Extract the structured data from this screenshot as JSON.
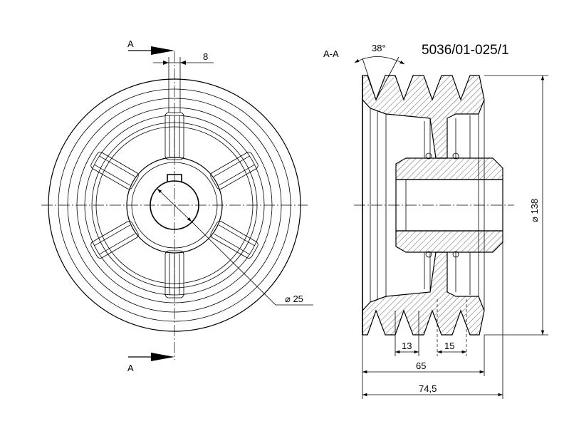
{
  "drawing": {
    "part_number": "5036/01-025/1",
    "section_label": "A-A",
    "cut_marker_top": "A",
    "cut_marker_bottom": "A",
    "groove_angle": "38°",
    "dims": {
      "slot_width": "8",
      "bore_diameter": "⌀ 25",
      "outer_diameter": "⌀ 138",
      "groove_width": "13",
      "groove_pitch": "15",
      "rim_width": "65",
      "total_width": "74,5"
    }
  }
}
